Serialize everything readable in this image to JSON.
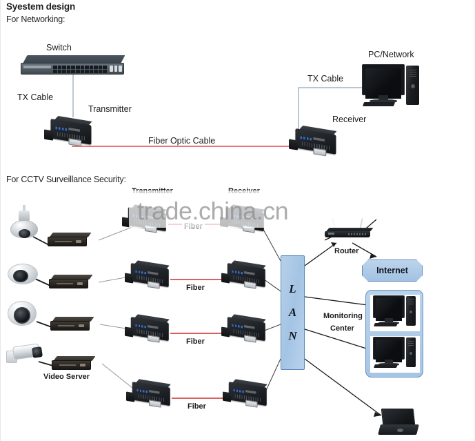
{
  "page": {
    "title": "Syestem design",
    "watermark": "trade.china.cn"
  },
  "sections": [
    {
      "id": "networking",
      "heading": "For Networking:",
      "labels": {
        "switch": "Switch",
        "tx_cable_left": "TX Cable",
        "transmitter": "Transmitter",
        "fiber_optic_cable": "Fiber Optic Cable",
        "receiver": "Receiver",
        "tx_cable_right": "TX Cable",
        "pc_network": "PC/Network"
      }
    },
    {
      "id": "cctv",
      "heading": "For CCTV Surveillance Security:",
      "labels": {
        "transmitter": "Transmitter",
        "receiver": "Receiver",
        "video_server": "Video Server",
        "lan_line1": "L",
        "lan_line2": "A",
        "lan_line3": "N",
        "router": "Router",
        "internet": "Internet",
        "monitoring_line1": "Monitoring",
        "monitoring_line2": "Center"
      },
      "fiber_links": [
        "Fiber",
        "Fiber",
        "Fiber",
        "Fiber"
      ]
    }
  ],
  "colors": {
    "fiber_cable": "#d42a2a",
    "tx_cable": "#8fa4b8",
    "lan_fill": "#a4c4e4",
    "lan_border": "#5b86b8",
    "internet_fill": "#a2c2e2",
    "monitoring_fill": "#a6c6e6",
    "device_body": "#1d2024",
    "text": "#1b1b1b",
    "watermark": "#8d8d8d",
    "background": "#ffffff"
  }
}
